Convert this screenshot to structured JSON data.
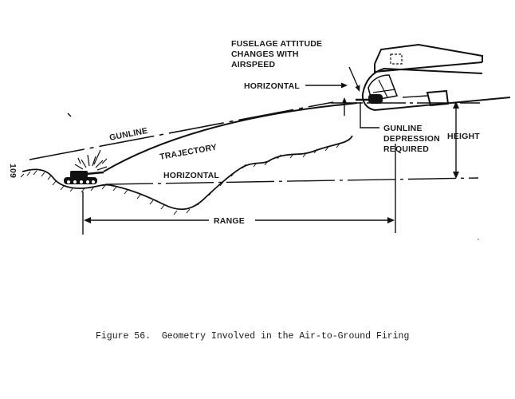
{
  "page_number": "109",
  "labels": {
    "fuselage_attitude": [
      "FUSELAGE ATTITUDE",
      "CHANGES WITH",
      "AIRSPEED"
    ],
    "horizontal_aircraft": "HORIZONTAL",
    "gunline": "GUNLINE",
    "trajectory": "TRAJECTORY",
    "horizontal_ground": "HORIZONTAL",
    "gunline_depression": [
      "GUNLINE",
      "DEPRESSION",
      "REQUIRED"
    ],
    "height": "HEIGHT",
    "range": "RANGE"
  },
  "caption": "Figure 56.  Geometry Involved in the Air-to-Ground Firing"
}
